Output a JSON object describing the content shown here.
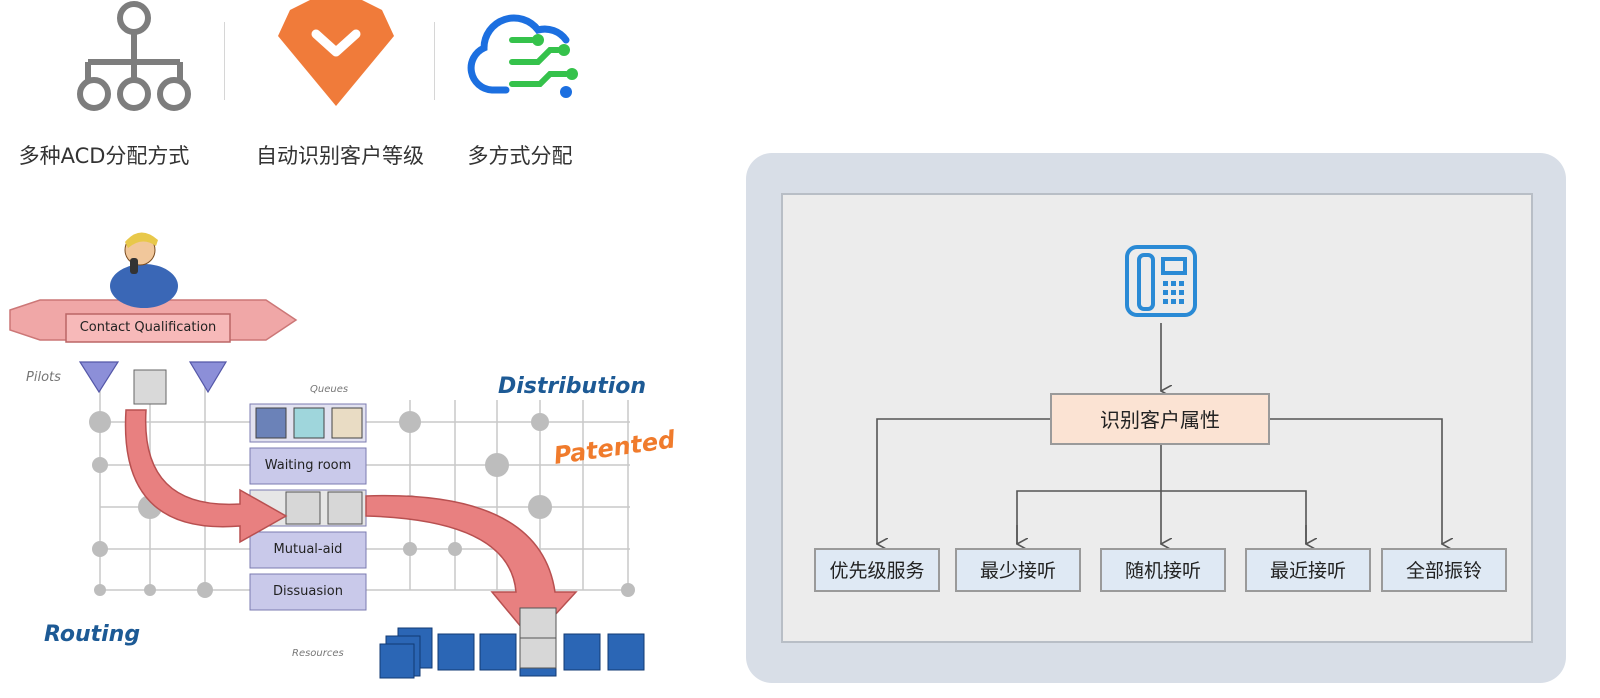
{
  "features": [
    {
      "icon": "hierarchy-icon",
      "label": "多种ACD分配方式"
    },
    {
      "icon": "shield-check-icon",
      "label": "自动识别客户等级"
    },
    {
      "icon": "cloud-circuit-icon",
      "label": "多方式分配"
    }
  ],
  "routing": {
    "banner": "Contact Qualification",
    "pilots": "Pilots",
    "queues": "Queues",
    "distribution": "Distribution",
    "patented": "Patented",
    "waiting_room": "Waiting room",
    "mutual_aid": "Mutual-aid",
    "dissuasion": "Dissuasion",
    "routing": "Routing",
    "resources": "Resources"
  },
  "flow": {
    "root": "识别客户属性",
    "leaves": [
      "优先级服务",
      "最少接听",
      "随机接听",
      "最近接听",
      "全部振铃"
    ]
  },
  "colors": {
    "icon_gray": "#7d7d7d",
    "shield_orange": "#f07b3a",
    "cloud_blue": "#1c6fe0",
    "circuit_green": "#35c24b",
    "distribution_blue": "#1d5a95",
    "patented_orange": "#f07b2c",
    "phone_blue": "#2a8ad5",
    "panel_bg": "#d8dee7",
    "root_fill": "#fbe3d3",
    "leaf_fill": "#dfe9f4"
  }
}
